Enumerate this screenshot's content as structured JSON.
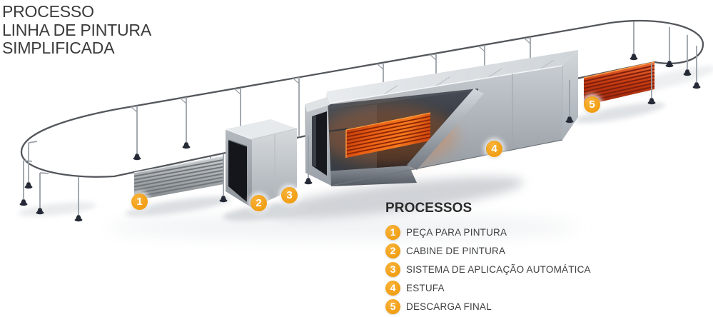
{
  "title": {
    "lines": [
      "PROCESSO",
      "LINHA DE PINTURA",
      "SIMPLIFICADA"
    ]
  },
  "legend": {
    "heading": "PROCESSOS",
    "items": [
      {
        "number": "1",
        "label": "PEÇA PARA PINTURA"
      },
      {
        "number": "2",
        "label": "CABINE DE PINTURA"
      },
      {
        "number": "3",
        "label": "SISTEMA DE APLICAÇÃO AUTOMÁTICA"
      },
      {
        "number": "4",
        "label": "ESTUFA"
      },
      {
        "number": "5",
        "label": "DESCARGA FINAL"
      }
    ]
  },
  "markers": [
    {
      "number": "1"
    },
    {
      "number": "2"
    },
    {
      "number": "3"
    },
    {
      "number": "4"
    },
    {
      "number": "5"
    }
  ],
  "colors": {
    "badge_orange": "#F5A11C",
    "text_dark": "#3B3B3D",
    "rail_gray": "#53565B",
    "oven_glow_orange": "#F0701A",
    "painted_panel_red": "#C03A14",
    "unpainted_panel_gray": "#9AA0A3"
  }
}
